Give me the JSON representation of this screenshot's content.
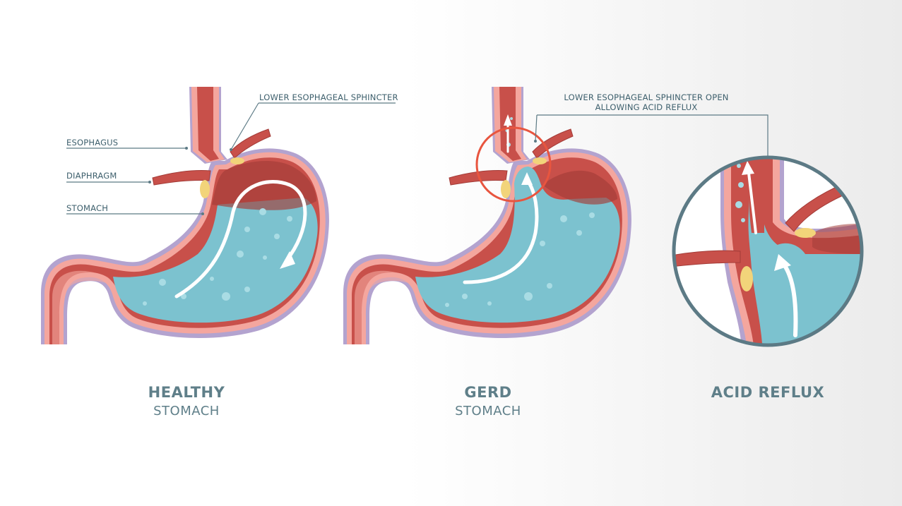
{
  "labels": {
    "les": "LOWER ESOPHAGEAL SPHINCTER",
    "esophagus": "ESOPHAGUS",
    "diaphragm": "DIAPHRAGM",
    "stomach": "STOMACH",
    "les_open_line1": "LOWER ESOPHAGEAL SPHINCTER OPEN",
    "les_open_line2": "ALLOWING ACID REFLUX"
  },
  "captions": {
    "healthy": {
      "title": "HEALTHY",
      "subtitle": "STOMACH"
    },
    "gerd": {
      "title": "GERD",
      "subtitle": "STOMACH"
    },
    "reflux": {
      "title": "ACID REFLUX"
    }
  },
  "colors": {
    "muscle": "#c8504a",
    "muscle_dark": "#a33c38",
    "lining": "#f4a69e",
    "outer_edge": "#b3a3cf",
    "acid": "#7cc2cf",
    "acid_light": "#a9dce4",
    "fat": "#f2d47a",
    "label_text": "#3d5f6c",
    "caption_text": "#5f7f89",
    "highlight_ring": "#e8553f",
    "zoom_ring": "#5c7a85"
  }
}
